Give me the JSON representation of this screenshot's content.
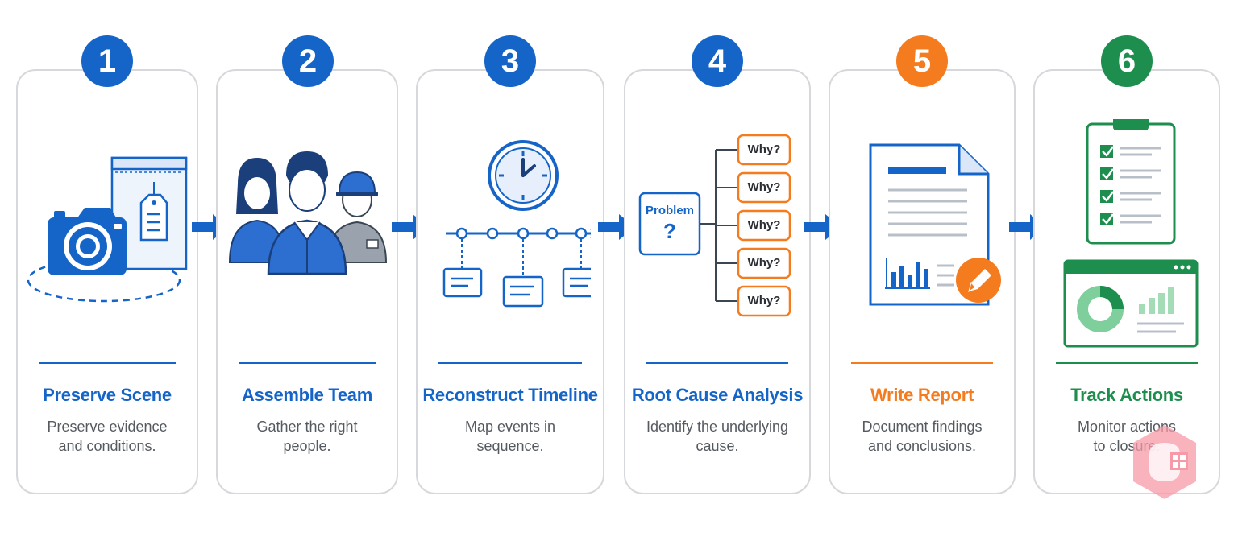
{
  "colors": {
    "blue": "#1565c8",
    "orange": "#f47c1f",
    "green": "#1e8e4e",
    "card_border": "#d6d8dc",
    "text_gray": "#555a60"
  },
  "steps": [
    {
      "number": "1",
      "title": "Preserve Scene",
      "desc_line1": "Preserve evidence",
      "desc_line2": "and conditions.",
      "icon": "camera-evidence-bag-icon",
      "color": "blue"
    },
    {
      "number": "2",
      "title": "Assemble Team",
      "desc_line1": "Gather the right",
      "desc_line2": "people.",
      "icon": "team-people-icon",
      "color": "blue"
    },
    {
      "number": "3",
      "title": "Reconstruct Timeline",
      "desc_line1": "Map events in",
      "desc_line2": "sequence.",
      "icon": "clock-timeline-icon",
      "color": "blue"
    },
    {
      "number": "4",
      "title": "Root Cause Analysis",
      "desc_line1": "Identify the underlying",
      "desc_line2": "cause.",
      "icon": "five-whys-tree-icon",
      "color": "blue"
    },
    {
      "number": "5",
      "title": "Write Report",
      "desc_line1": "Document findings",
      "desc_line2": "and conclusions.",
      "icon": "report-document-pencil-icon",
      "color": "orange"
    },
    {
      "number": "6",
      "title": "Track Actions",
      "desc_line1": "Monitor actions",
      "desc_line2": "to closure.",
      "icon": "checklist-dashboard-icon",
      "color": "green"
    }
  ],
  "root_cause": {
    "problem_label": "Problem",
    "problem_mark": "?",
    "why_labels": [
      "Why?",
      "Why?",
      "Why?",
      "Why?",
      "Why?"
    ]
  }
}
